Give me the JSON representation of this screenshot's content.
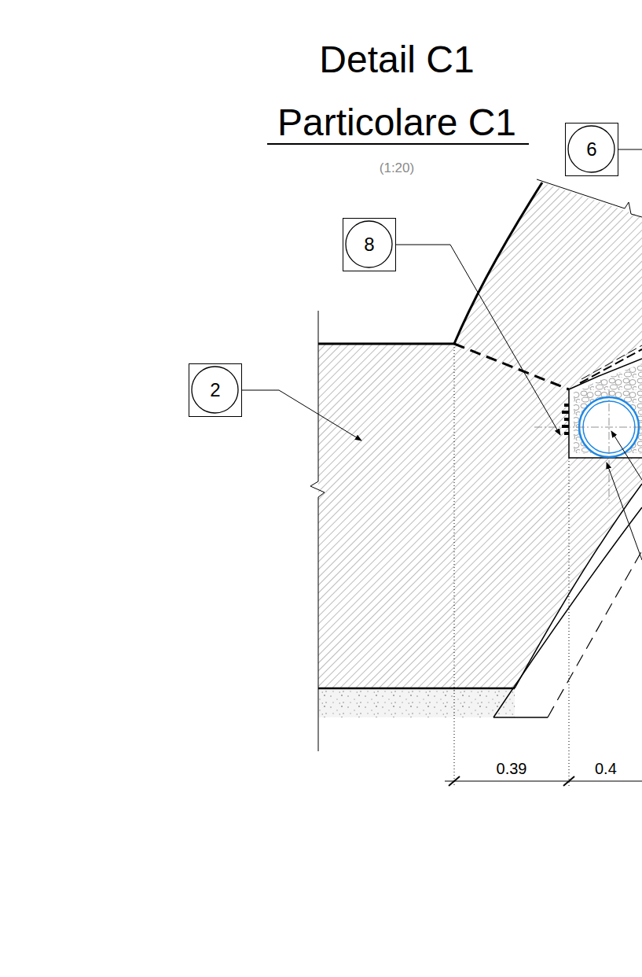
{
  "diagram": {
    "title": "Detail C1",
    "nodes": [
      {
        "text": [
          "6"
        ]
      },
      {
        "text": [
          "8"
        ]
      },
      {
        "text": [
          "2"
        ]
      }
    ],
    "labels": [
      "Particolare C1",
      "(1:20)",
      "0.39",
      "0.4"
    ]
  }
}
